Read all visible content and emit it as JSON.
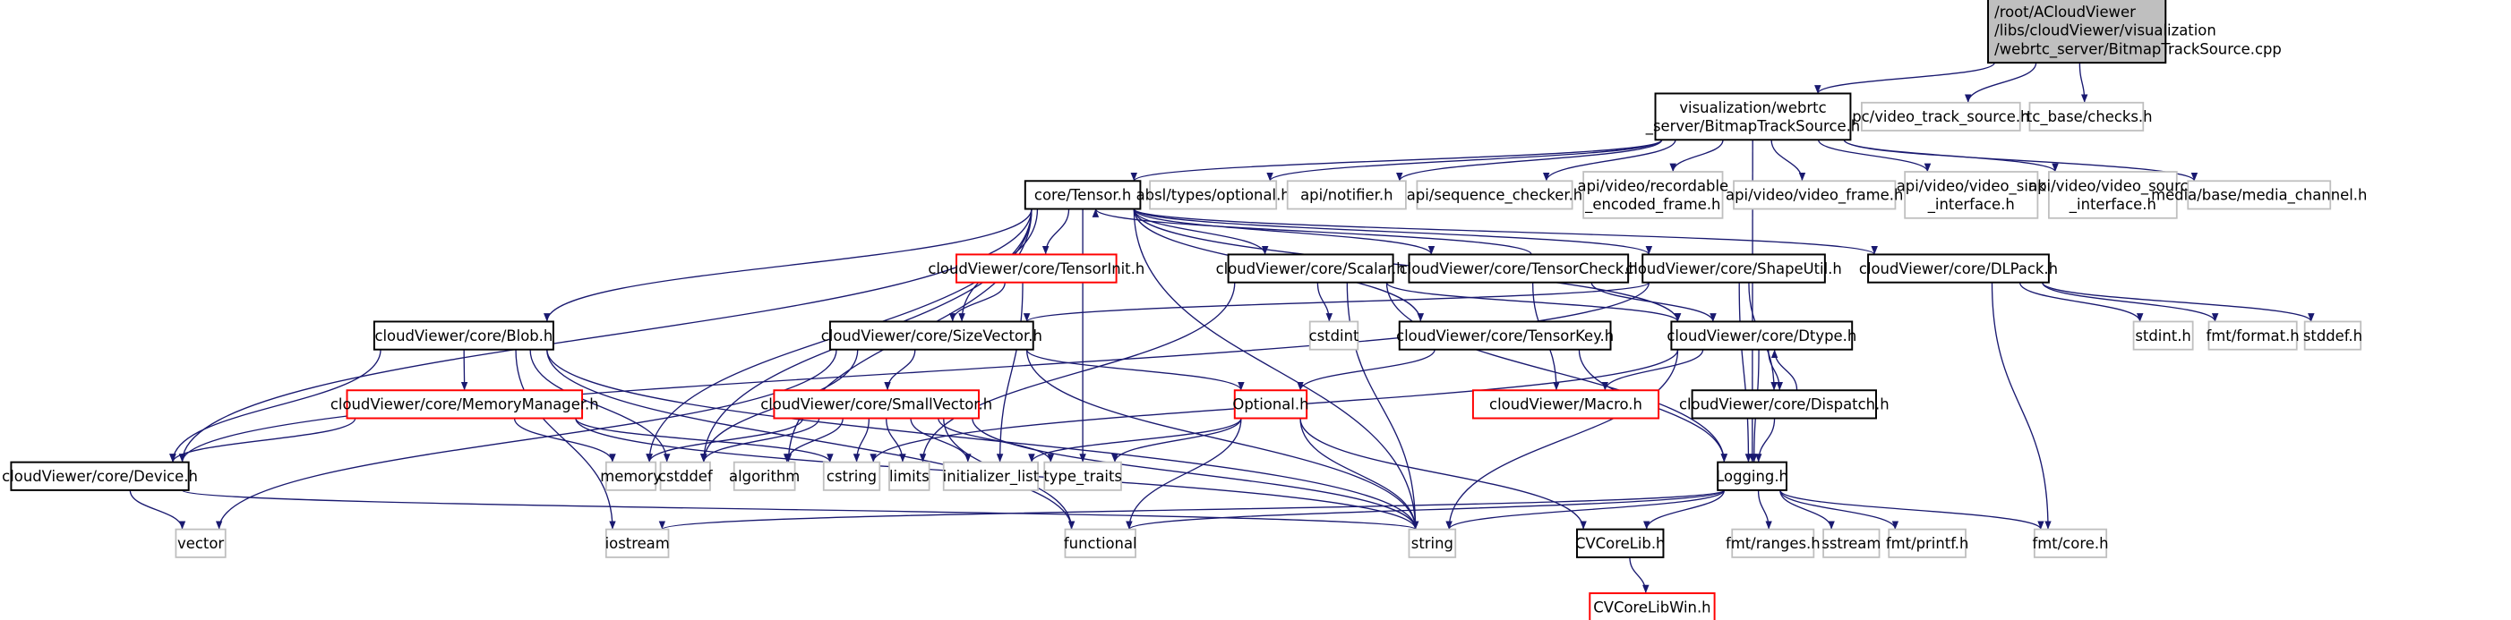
{
  "colors": {
    "edge": "#191970",
    "root_fill": "#bfbfbf",
    "documented_border": "#000000",
    "external_border": "#bfbfbf",
    "truncated_border": "#ff0000"
  },
  "nodes": [
    {
      "id": "root",
      "lines": [
        "/root/ACloudViewer",
        "/libs/cloudViewer/visualization",
        "/webrtc_server/BitmapTrackSource.cpp"
      ],
      "kind": "root"
    },
    {
      "id": "bts",
      "lines": [
        "visualization/webrtc",
        "_server/BitmapTrackSource.h"
      ],
      "kind": "documented"
    },
    {
      "id": "pcvts",
      "lines": [
        "pc/video_track_source.h"
      ],
      "kind": "external"
    },
    {
      "id": "checks",
      "lines": [
        "rtc_base/checks.h"
      ],
      "kind": "external"
    },
    {
      "id": "tensor",
      "lines": [
        "core/Tensor.h"
      ],
      "kind": "documented"
    },
    {
      "id": "absl",
      "lines": [
        "absl/types/optional.h"
      ],
      "kind": "external"
    },
    {
      "id": "notifier",
      "lines": [
        "api/notifier.h"
      ],
      "kind": "external"
    },
    {
      "id": "seqchk",
      "lines": [
        "api/sequence_checker.h"
      ],
      "kind": "external"
    },
    {
      "id": "recframe",
      "lines": [
        "api/video/recordable",
        "_encoded_frame.h"
      ],
      "kind": "external"
    },
    {
      "id": "vframe",
      "lines": [
        "api/video/video_frame.h"
      ],
      "kind": "external"
    },
    {
      "id": "vsink",
      "lines": [
        "api/video/video_sink",
        "_interface.h"
      ],
      "kind": "external"
    },
    {
      "id": "vsource",
      "lines": [
        "api/video/video_source",
        "_interface.h"
      ],
      "kind": "external"
    },
    {
      "id": "mediach",
      "lines": [
        "media/base/media_channel.h"
      ],
      "kind": "external"
    },
    {
      "id": "tinit",
      "lines": [
        "cloudViewer/core/TensorInit.h"
      ],
      "kind": "truncated"
    },
    {
      "id": "scalar",
      "lines": [
        "cloudViewer/core/Scalar.h"
      ],
      "kind": "documented"
    },
    {
      "id": "tcheck",
      "lines": [
        "cloudViewer/core/TensorCheck.h"
      ],
      "kind": "documented"
    },
    {
      "id": "shapeutil",
      "lines": [
        "cloudViewer/core/ShapeUtil.h"
      ],
      "kind": "documented"
    },
    {
      "id": "dlpack",
      "lines": [
        "cloudViewer/core/DLPack.h"
      ],
      "kind": "documented"
    },
    {
      "id": "blob",
      "lines": [
        "cloudViewer/core/Blob.h"
      ],
      "kind": "documented"
    },
    {
      "id": "sizevec",
      "lines": [
        "cloudViewer/core/SizeVector.h"
      ],
      "kind": "documented"
    },
    {
      "id": "cstdint",
      "lines": [
        "cstdint"
      ],
      "kind": "external"
    },
    {
      "id": "tkey",
      "lines": [
        "cloudViewer/core/TensorKey.h"
      ],
      "kind": "documented"
    },
    {
      "id": "dtype",
      "lines": [
        "cloudViewer/core/Dtype.h"
      ],
      "kind": "documented"
    },
    {
      "id": "stdinth",
      "lines": [
        "stdint.h"
      ],
      "kind": "external"
    },
    {
      "id": "fmtformat",
      "lines": [
        "fmt/format.h"
      ],
      "kind": "external"
    },
    {
      "id": "stddefh",
      "lines": [
        "stddef.h"
      ],
      "kind": "external"
    },
    {
      "id": "memmgr",
      "lines": [
        "cloudViewer/core/MemoryManager.h"
      ],
      "kind": "truncated"
    },
    {
      "id": "smallvec",
      "lines": [
        "cloudViewer/core/SmallVector.h"
      ],
      "kind": "truncated"
    },
    {
      "id": "optional",
      "lines": [
        "Optional.h"
      ],
      "kind": "truncated"
    },
    {
      "id": "macro",
      "lines": [
        "cloudViewer/Macro.h"
      ],
      "kind": "truncated"
    },
    {
      "id": "dispatch",
      "lines": [
        "cloudViewer/core/Dispatch.h"
      ],
      "kind": "documented"
    },
    {
      "id": "device",
      "lines": [
        "cloudViewer/core/Device.h"
      ],
      "kind": "documented"
    },
    {
      "id": "memory",
      "lines": [
        "memory"
      ],
      "kind": "external"
    },
    {
      "id": "cstddef",
      "lines": [
        "cstddef"
      ],
      "kind": "external"
    },
    {
      "id": "algorithm",
      "lines": [
        "algorithm"
      ],
      "kind": "external"
    },
    {
      "id": "cstring",
      "lines": [
        "cstring"
      ],
      "kind": "external"
    },
    {
      "id": "limits",
      "lines": [
        "limits"
      ],
      "kind": "external"
    },
    {
      "id": "initlist",
      "lines": [
        "initializer_list"
      ],
      "kind": "external"
    },
    {
      "id": "typetraits",
      "lines": [
        "type_traits"
      ],
      "kind": "external"
    },
    {
      "id": "logging",
      "lines": [
        "Logging.h"
      ],
      "kind": "documented"
    },
    {
      "id": "vector",
      "lines": [
        "vector"
      ],
      "kind": "external"
    },
    {
      "id": "iostream",
      "lines": [
        "iostream"
      ],
      "kind": "external"
    },
    {
      "id": "functional",
      "lines": [
        "functional"
      ],
      "kind": "external"
    },
    {
      "id": "string",
      "lines": [
        "string"
      ],
      "kind": "external"
    },
    {
      "id": "cvcorelib",
      "lines": [
        "CVCoreLib.h"
      ],
      "kind": "documented"
    },
    {
      "id": "fmtranges",
      "lines": [
        "fmt/ranges.h"
      ],
      "kind": "external"
    },
    {
      "id": "sstream",
      "lines": [
        "sstream"
      ],
      "kind": "external"
    },
    {
      "id": "fmtprintf",
      "lines": [
        "fmt/printf.h"
      ],
      "kind": "external"
    },
    {
      "id": "fmtcore",
      "lines": [
        "fmt/core.h"
      ],
      "kind": "external"
    },
    {
      "id": "cvcorelibwin",
      "lines": [
        "CVCoreLibWin.h"
      ],
      "kind": "truncated"
    }
  ],
  "edges": [
    [
      "root",
      "bts"
    ],
    [
      "root",
      "pcvts"
    ],
    [
      "root",
      "checks"
    ],
    [
      "bts",
      "tensor"
    ],
    [
      "bts",
      "absl"
    ],
    [
      "bts",
      "notifier"
    ],
    [
      "bts",
      "seqchk"
    ],
    [
      "bts",
      "recframe"
    ],
    [
      "bts",
      "vframe"
    ],
    [
      "bts",
      "vsink"
    ],
    [
      "bts",
      "vsource"
    ],
    [
      "bts",
      "mediach"
    ],
    [
      "bts",
      "logging"
    ],
    [
      "tensor",
      "tinit"
    ],
    [
      "tensor",
      "scalar"
    ],
    [
      "tensor",
      "tcheck"
    ],
    [
      "tensor",
      "shapeutil"
    ],
    [
      "tensor",
      "dlpack"
    ],
    [
      "tensor",
      "blob"
    ],
    [
      "tensor",
      "sizevec"
    ],
    [
      "tensor",
      "tkey"
    ],
    [
      "tensor",
      "dtype"
    ],
    [
      "tensor",
      "device"
    ],
    [
      "tensor",
      "memory"
    ],
    [
      "tensor",
      "cstddef"
    ],
    [
      "tensor",
      "algorithm"
    ],
    [
      "tensor",
      "typetraits"
    ],
    [
      "tensor",
      "string"
    ],
    [
      "tcheck",
      "tensor"
    ],
    [
      "tcheck",
      "dtype"
    ],
    [
      "tcheck",
      "macro"
    ],
    [
      "tinit",
      "sizevec"
    ],
    [
      "tinit",
      "initlist"
    ],
    [
      "scalar",
      "cstdint"
    ],
    [
      "scalar",
      "limits"
    ],
    [
      "scalar",
      "string"
    ],
    [
      "scalar",
      "dtype"
    ],
    [
      "scalar",
      "logging"
    ],
    [
      "shapeutil",
      "sizevec"
    ],
    [
      "shapeutil",
      "dispatch"
    ],
    [
      "shapeutil",
      "logging"
    ],
    [
      "shapeutil",
      "device"
    ],
    [
      "dlpack",
      "stdinth"
    ],
    [
      "dlpack",
      "fmtformat"
    ],
    [
      "dlpack",
      "stddefh"
    ],
    [
      "dlpack",
      "fmtcore"
    ],
    [
      "blob",
      "memmgr"
    ],
    [
      "blob",
      "device"
    ],
    [
      "blob",
      "cstddef"
    ],
    [
      "blob",
      "iostream"
    ],
    [
      "blob",
      "string"
    ],
    [
      "blob",
      "functional"
    ],
    [
      "sizevec",
      "smallvec"
    ],
    [
      "sizevec",
      "optional"
    ],
    [
      "sizevec",
      "cstddef"
    ],
    [
      "sizevec",
      "vector"
    ],
    [
      "sizevec",
      "string"
    ],
    [
      "memmgr",
      "device"
    ],
    [
      "memmgr",
      "memory"
    ],
    [
      "memmgr",
      "cstring"
    ],
    [
      "memmgr",
      "string"
    ],
    [
      "smallvec",
      "memory"
    ],
    [
      "smallvec",
      "cstddef"
    ],
    [
      "smallvec",
      "algorithm"
    ],
    [
      "smallvec",
      "cstring"
    ],
    [
      "smallvec",
      "limits"
    ],
    [
      "smallvec",
      "initlist"
    ],
    [
      "smallvec",
      "typetraits"
    ],
    [
      "smallvec",
      "functional"
    ],
    [
      "smallvec",
      "string"
    ],
    [
      "tkey",
      "optional"
    ],
    [
      "tkey",
      "logging"
    ],
    [
      "dtype",
      "macro"
    ],
    [
      "dtype",
      "logging"
    ],
    [
      "dtype",
      "dispatch"
    ],
    [
      "dtype",
      "string"
    ],
    [
      "dtype",
      "cstring"
    ],
    [
      "dispatch",
      "dtype"
    ],
    [
      "dispatch",
      "logging"
    ],
    [
      "optional",
      "initlist"
    ],
    [
      "optional",
      "typetraits"
    ],
    [
      "optional",
      "string"
    ],
    [
      "optional",
      "functional"
    ],
    [
      "optional",
      "cvcorelib"
    ],
    [
      "device",
      "vector"
    ],
    [
      "device",
      "string"
    ],
    [
      "logging",
      "iostream"
    ],
    [
      "logging",
      "functional"
    ],
    [
      "logging",
      "string"
    ],
    [
      "logging",
      "cvcorelib"
    ],
    [
      "logging",
      "fmtranges"
    ],
    [
      "logging",
      "sstream"
    ],
    [
      "logging",
      "fmtprintf"
    ],
    [
      "logging",
      "fmtcore"
    ],
    [
      "cvcorelib",
      "cvcorelibwin"
    ]
  ]
}
